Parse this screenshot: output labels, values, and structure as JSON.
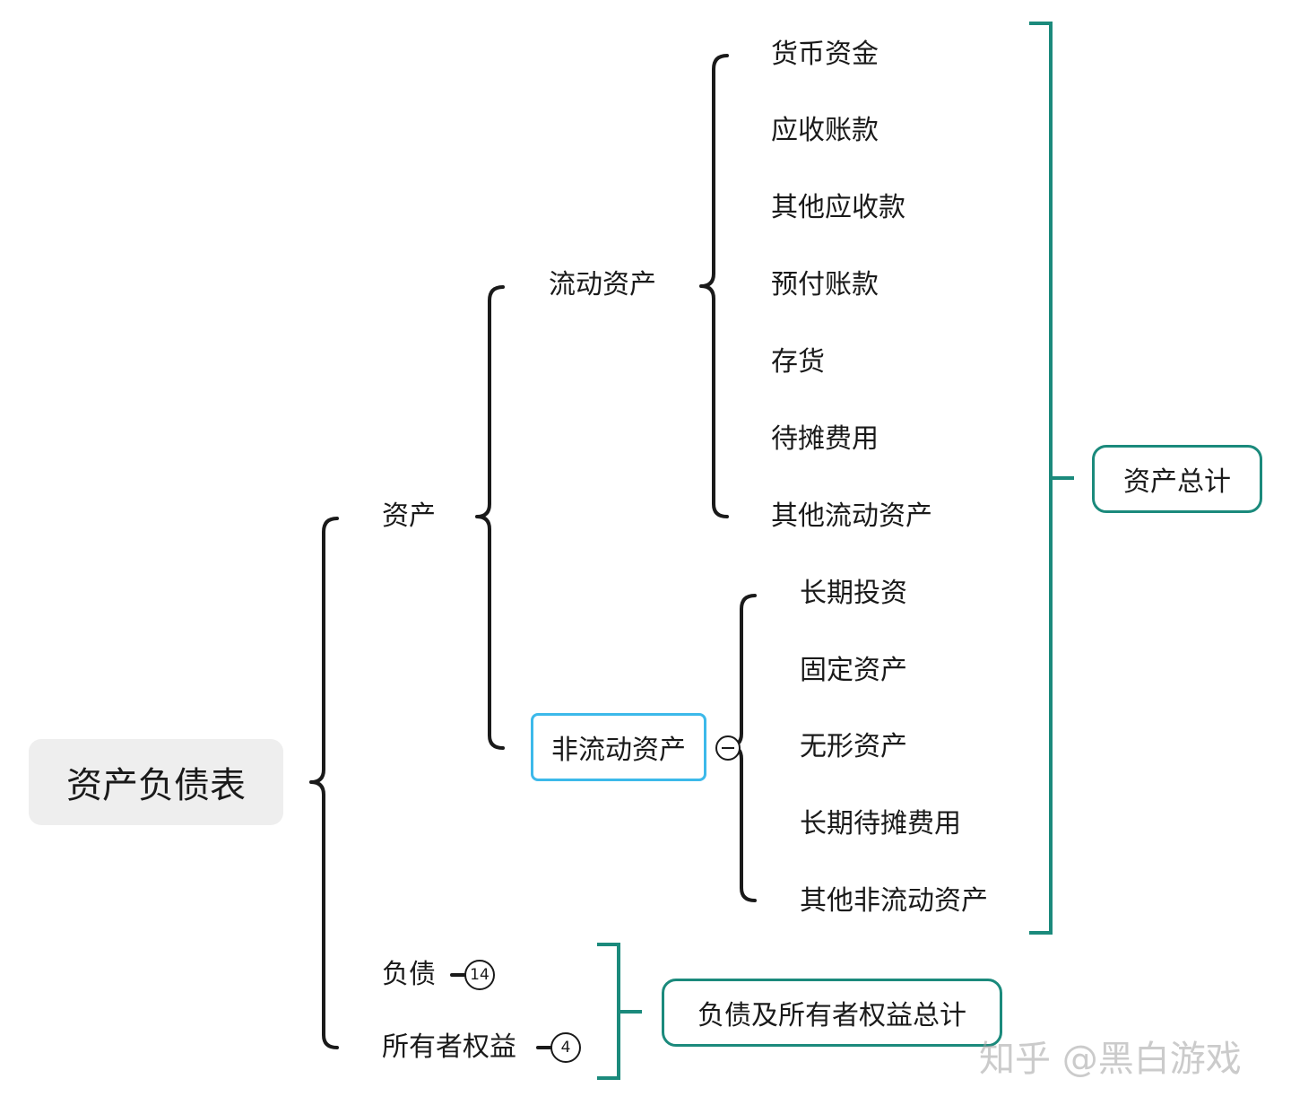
{
  "root": "资产负债表",
  "level1": {
    "assets": "资产",
    "liabilities": "负债",
    "equity": "所有者权益"
  },
  "level2": {
    "current": "流动资产",
    "noncurrent": "非流动资产"
  },
  "current_items": [
    "货币资金",
    "应收账款",
    "其他应收款",
    "预付账款",
    "存货",
    "待摊费用",
    "其他流动资产"
  ],
  "noncurrent_items": [
    "长期投资",
    "固定资产",
    "无形资产",
    "长期待摊费用",
    "其他非流动资产"
  ],
  "badges": {
    "liabilities_count": "14",
    "equity_count": "4"
  },
  "summaries": {
    "total_assets": "资产总计",
    "total_liab_equity": "负债及所有者权益总计"
  },
  "watermark": "知乎 @黑白游戏",
  "colors": {
    "teal": "#1b8a7c",
    "selected": "#3cb9ea",
    "line": "#1a1a1a",
    "root_bg": "#eeeeee"
  }
}
